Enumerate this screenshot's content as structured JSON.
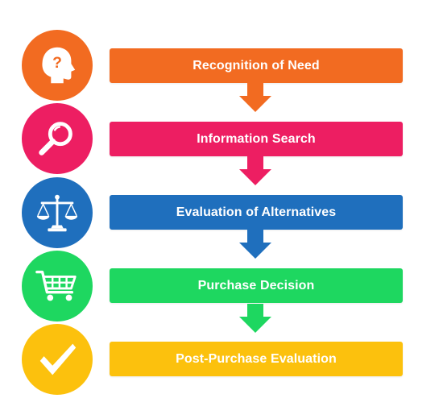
{
  "steps": [
    {
      "label": "Recognition of Need",
      "color": "#f26b21",
      "icon": "question-head-icon"
    },
    {
      "label": "Information Search",
      "color": "#ed1e62",
      "icon": "magnifier-icon"
    },
    {
      "label": "Evaluation of Alternatives",
      "color": "#1f6fbd",
      "icon": "balance-scale-icon"
    },
    {
      "label": "Purchase Decision",
      "color": "#1ed760",
      "icon": "shopping-cart-icon"
    },
    {
      "label": "Post-Purchase Evaluation",
      "color": "#fcc10d",
      "icon": "checkmark-icon"
    }
  ]
}
